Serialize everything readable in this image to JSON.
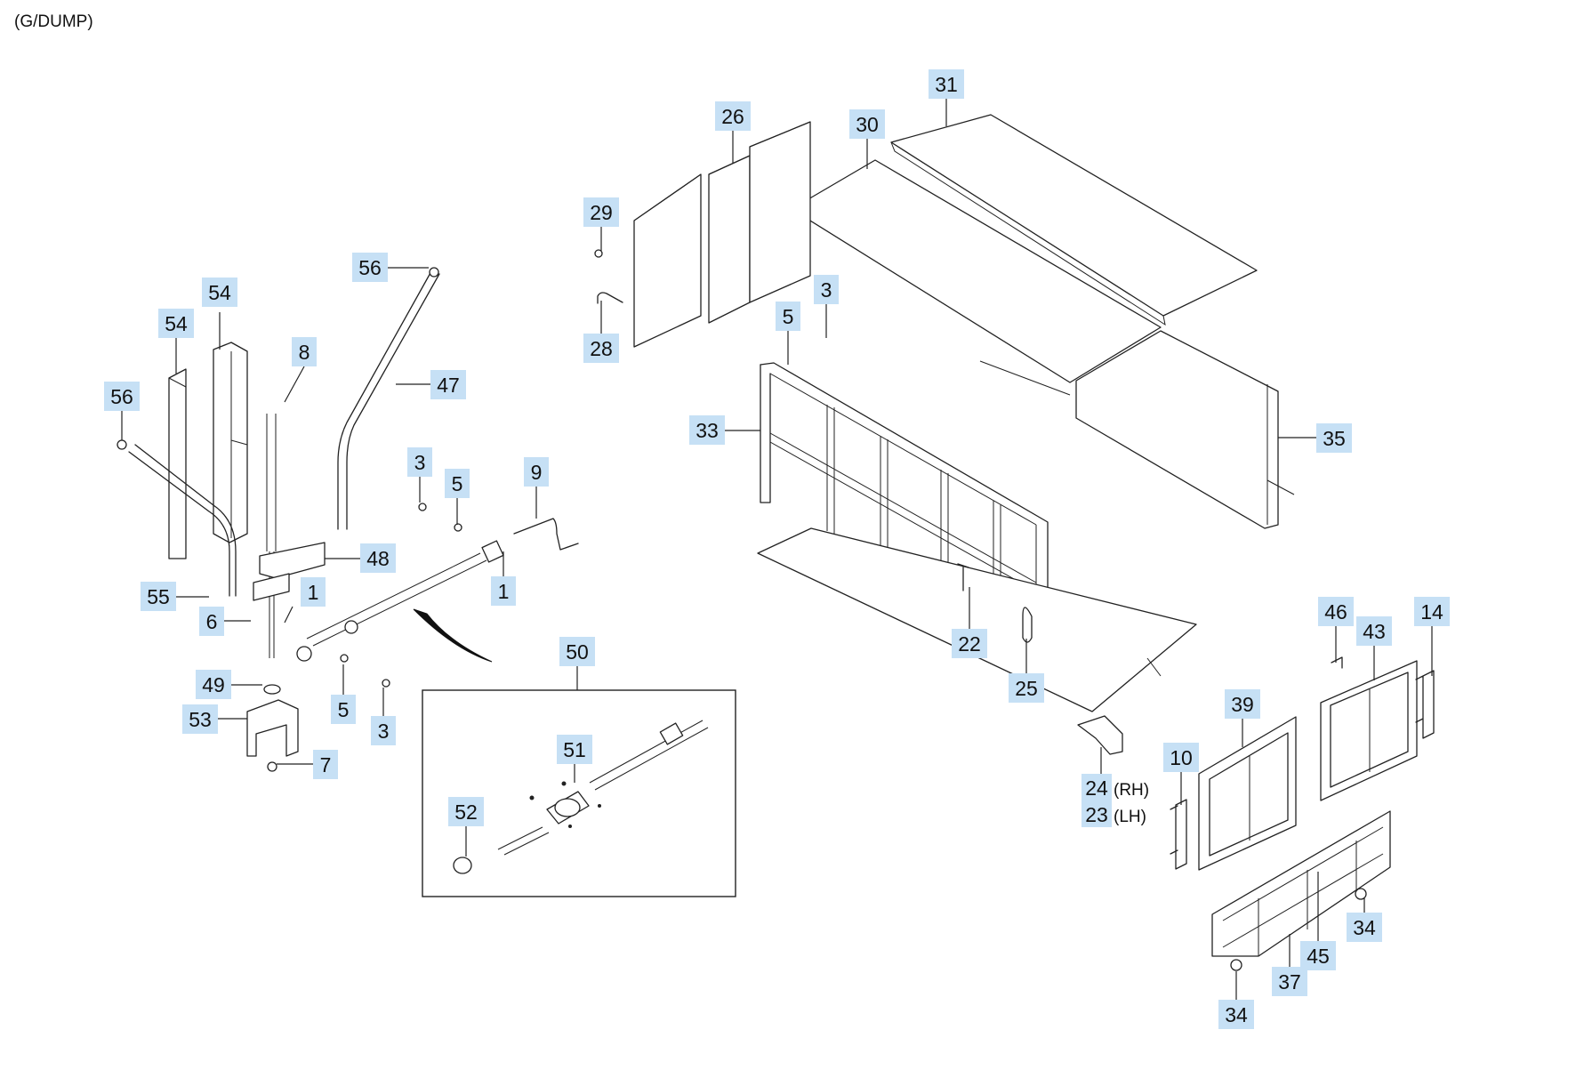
{
  "title": "(G/DUMP)",
  "callouts": [
    {
      "id": "c31",
      "label": "31"
    },
    {
      "id": "c26",
      "label": "26"
    },
    {
      "id": "c30",
      "label": "30"
    },
    {
      "id": "c29",
      "label": "29"
    },
    {
      "id": "c28",
      "label": "28"
    },
    {
      "id": "c5a",
      "label": "5"
    },
    {
      "id": "c3a",
      "label": "3"
    },
    {
      "id": "c33",
      "label": "33"
    },
    {
      "id": "c35",
      "label": "35"
    },
    {
      "id": "c22",
      "label": "22"
    },
    {
      "id": "c25",
      "label": "25"
    },
    {
      "id": "c24",
      "label": "24",
      "suffix": "(RH)"
    },
    {
      "id": "c23",
      "label": "23",
      "suffix": "(LH)"
    },
    {
      "id": "c46",
      "label": "46"
    },
    {
      "id": "c43",
      "label": "43"
    },
    {
      "id": "c14",
      "label": "14"
    },
    {
      "id": "c39",
      "label": "39"
    },
    {
      "id": "c10",
      "label": "10"
    },
    {
      "id": "c45",
      "label": "45"
    },
    {
      "id": "c34a",
      "label": "34"
    },
    {
      "id": "c37",
      "label": "37"
    },
    {
      "id": "c34b",
      "label": "34"
    },
    {
      "id": "c56a",
      "label": "56"
    },
    {
      "id": "c54a",
      "label": "54"
    },
    {
      "id": "c54b",
      "label": "54"
    },
    {
      "id": "c8",
      "label": "8"
    },
    {
      "id": "c47",
      "label": "47"
    },
    {
      "id": "c56b",
      "label": "56"
    },
    {
      "id": "c3b",
      "label": "3"
    },
    {
      "id": "c5b",
      "label": "5"
    },
    {
      "id": "c9",
      "label": "9"
    },
    {
      "id": "c48",
      "label": "48"
    },
    {
      "id": "c1a",
      "label": "1"
    },
    {
      "id": "c1b",
      "label": "1"
    },
    {
      "id": "c55",
      "label": "55"
    },
    {
      "id": "c6",
      "label": "6"
    },
    {
      "id": "c49",
      "label": "49"
    },
    {
      "id": "c53",
      "label": "53"
    },
    {
      "id": "c7",
      "label": "7"
    },
    {
      "id": "c5c",
      "label": "5"
    },
    {
      "id": "c3c",
      "label": "3"
    },
    {
      "id": "c50",
      "label": "50"
    },
    {
      "id": "c51",
      "label": "51"
    },
    {
      "id": "c52",
      "label": "52"
    }
  ],
  "colors": {
    "callout_fill": "#c6e0f5",
    "line": "#222222"
  }
}
